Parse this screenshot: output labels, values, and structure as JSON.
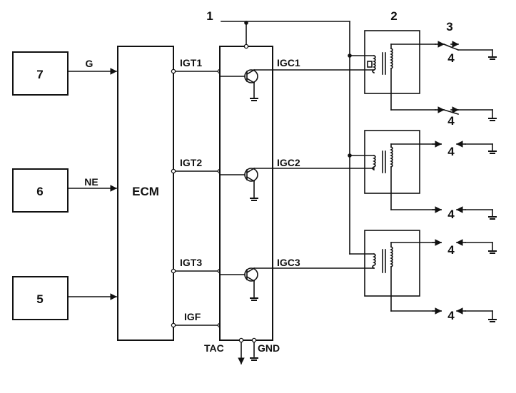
{
  "labels": {
    "sensor_7": "7",
    "sensor_6": "6",
    "sensor_5": "5",
    "signal_g": "G",
    "signal_ne": "NE",
    "ecm": "ECM",
    "igt1": "IGT1",
    "igt2": "IGT2",
    "igt3": "IGT3",
    "igf": "IGF",
    "igc1": "IGC1",
    "igc2": "IGC2",
    "igc3": "IGC3",
    "tac": "TAC",
    "gnd": "GND",
    "callout_1": "1",
    "callout_2": "2",
    "callout_3": "3",
    "plug_label": "4"
  }
}
